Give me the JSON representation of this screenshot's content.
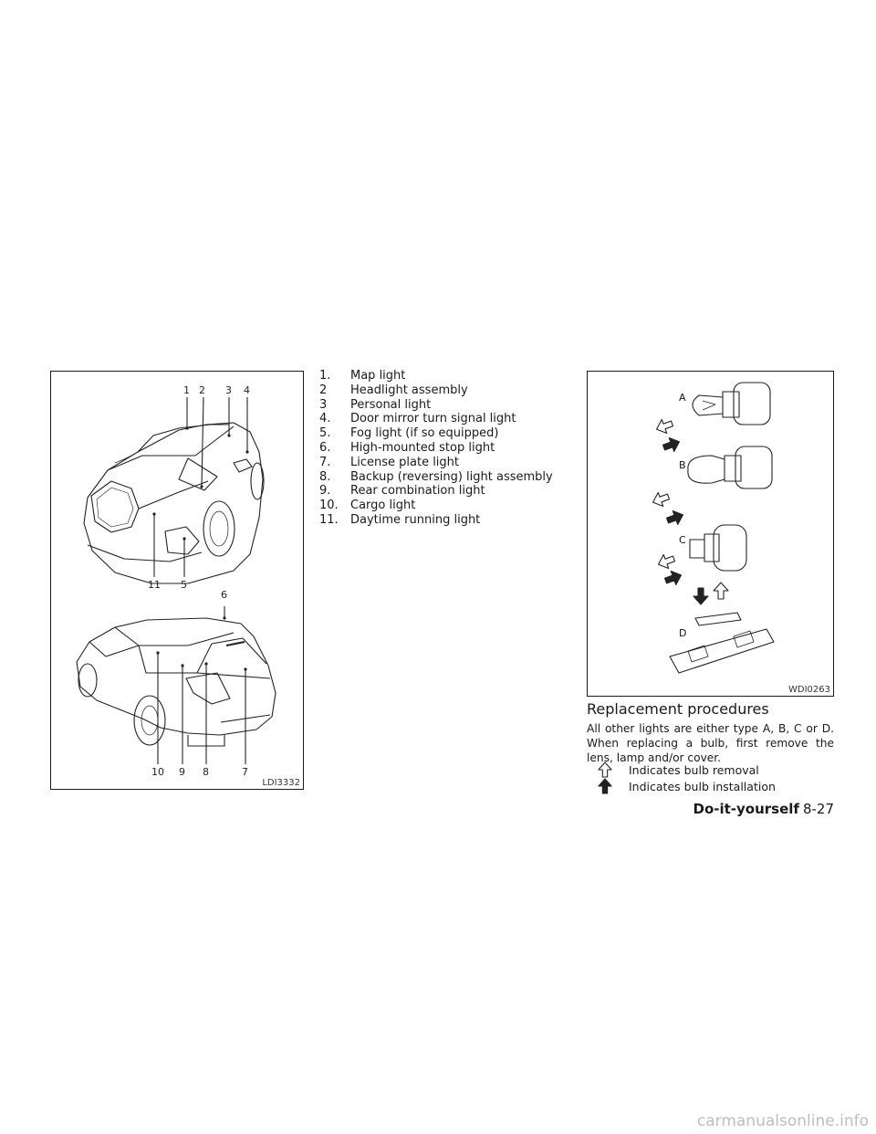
{
  "figure_left": {
    "code": "LDI3332",
    "front_callouts": [
      "1",
      "2",
      "3",
      "4",
      "11",
      "5"
    ],
    "rear_callouts": [
      "6",
      "10",
      "9",
      "8",
      "7"
    ]
  },
  "legend": [
    {
      "num": "1.",
      "text": "Map light"
    },
    {
      "num": "2",
      "text": "Headlight assembly"
    },
    {
      "num": "3",
      "text": "Personal light"
    },
    {
      "num": "4.",
      "text": "Door mirror turn signal light"
    },
    {
      "num": "5.",
      "text": "Fog light (if so equipped)"
    },
    {
      "num": "6.",
      "text": "High-mounted stop light"
    },
    {
      "num": "7.",
      "text": "License plate light"
    },
    {
      "num": "8.",
      "text": "Backup (reversing) light assembly"
    },
    {
      "num": "9.",
      "text": "Rear combination light"
    },
    {
      "num": "10.",
      "text": "Cargo light"
    },
    {
      "num": "11.",
      "text": "Daytime running light"
    }
  ],
  "figure_right": {
    "code": "WDI0263",
    "bulb_types": [
      "A",
      "B",
      "C",
      "D"
    ]
  },
  "section": {
    "title": "Replacement procedures",
    "body": "All other lights are either type A, B, C or D. When replacing a bulb, first remove the lens, lamp and/or cover.",
    "indicators": [
      {
        "icon": "outline-arrow-icon",
        "label": "Indicates bulb removal"
      },
      {
        "icon": "solid-arrow-icon",
        "label": "Indicates bulb installation"
      }
    ]
  },
  "footer": {
    "section": "Do-it-yourself",
    "page": "8-27"
  },
  "watermark": "carmanualsonline.info"
}
